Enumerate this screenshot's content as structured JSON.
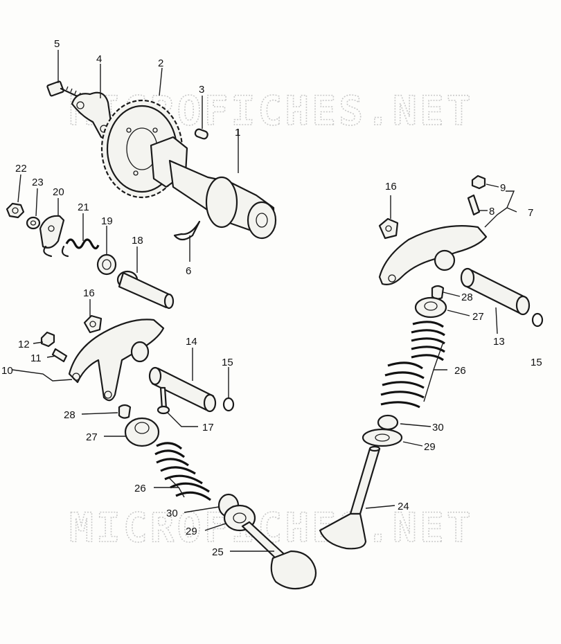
{
  "watermark": {
    "top": "MICROFICHES.NET",
    "bottom": "MICROFICHES.NET"
  },
  "callouts": [
    {
      "id": "1",
      "label": "1"
    },
    {
      "id": "2",
      "label": "2"
    },
    {
      "id": "3",
      "label": "3"
    },
    {
      "id": "4",
      "label": "4"
    },
    {
      "id": "5",
      "label": "5"
    },
    {
      "id": "6",
      "label": "6"
    },
    {
      "id": "7",
      "label": "7"
    },
    {
      "id": "8",
      "label": "8"
    },
    {
      "id": "9",
      "label": "9"
    },
    {
      "id": "10",
      "label": "10"
    },
    {
      "id": "11",
      "label": "11"
    },
    {
      "id": "12",
      "label": "12"
    },
    {
      "id": "13",
      "label": "13"
    },
    {
      "id": "14",
      "label": "14"
    },
    {
      "id": "15",
      "label": "15"
    },
    {
      "id": "16",
      "label": "16"
    },
    {
      "id": "17",
      "label": "17"
    },
    {
      "id": "18",
      "label": "18"
    },
    {
      "id": "19",
      "label": "19"
    },
    {
      "id": "20",
      "label": "20"
    },
    {
      "id": "21",
      "label": "21"
    },
    {
      "id": "22",
      "label": "22"
    },
    {
      "id": "23",
      "label": "23"
    },
    {
      "id": "24",
      "label": "24"
    },
    {
      "id": "25",
      "label": "25"
    },
    {
      "id": "26",
      "label": "26"
    },
    {
      "id": "27",
      "label": "27"
    },
    {
      "id": "28",
      "label": "28"
    },
    {
      "id": "29",
      "label": "29"
    },
    {
      "id": "30",
      "label": "30"
    }
  ]
}
